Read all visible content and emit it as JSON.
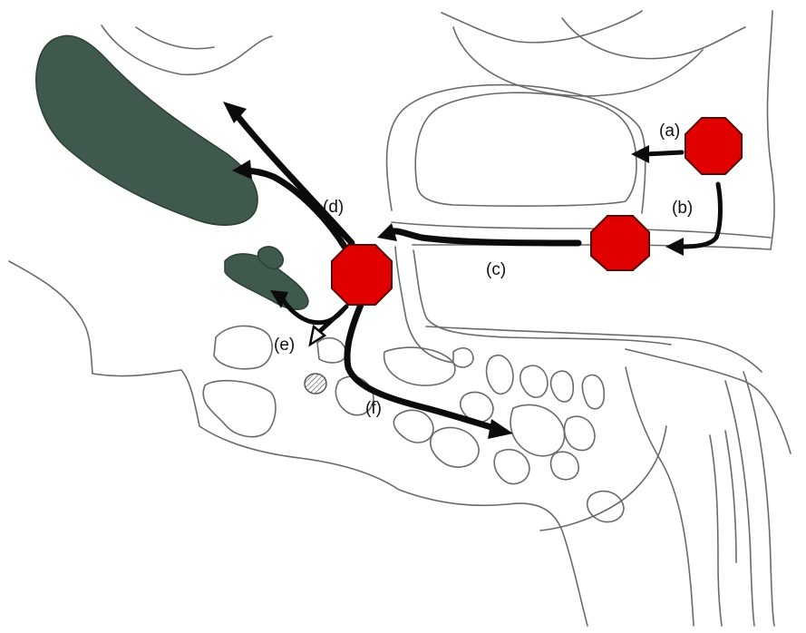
{
  "diagram": {
    "labels": {
      "a": "(a)",
      "b": "(b)",
      "c": "(c)",
      "d": "(d)",
      "e": "(e)",
      "f": "(f)"
    },
    "colors": {
      "node_fill": "#e00000",
      "shaded_region": "#3f5a4c",
      "arrow": "#0b0b0b",
      "outline": "#6a6a6a",
      "background": "#ffffff"
    },
    "node_count": 3,
    "arrow_count": 8
  }
}
